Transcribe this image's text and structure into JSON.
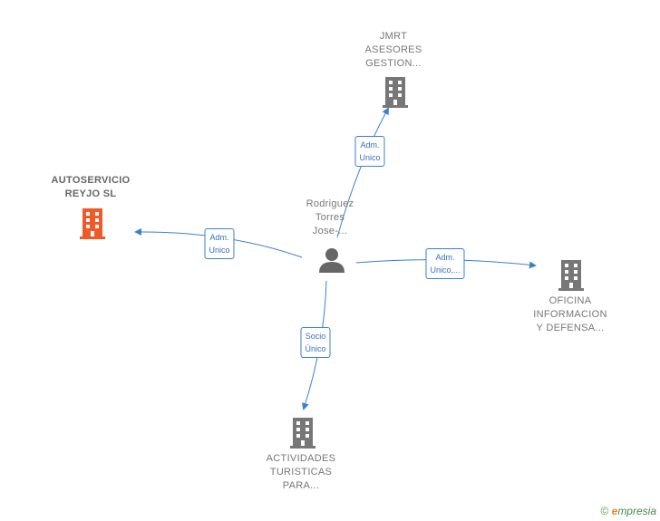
{
  "nodes": {
    "center": {
      "lines": [
        "Rodriguez",
        "Torres",
        "Jose-..."
      ]
    },
    "autoservicio": {
      "lines": [
        "AUTOSERVICIO",
        "REYJO  SL"
      ]
    },
    "jmrt": {
      "lines": [
        "JMRT",
        "ASESORES",
        "GESTION..."
      ]
    },
    "oficina": {
      "lines": [
        "OFICINA",
        "INFORMACION",
        "Y DEFENSA..."
      ]
    },
    "actividades": {
      "lines": [
        "ACTIVIDADES",
        "TURISTICAS",
        "PARA..."
      ]
    }
  },
  "edges": {
    "to_autoservicio": {
      "lines": [
        "Adm.",
        "Unico"
      ]
    },
    "to_jmrt": {
      "lines": [
        "Adm.",
        "Unico"
      ]
    },
    "to_oficina": {
      "lines": [
        "Adm.",
        "Unico,..."
      ]
    },
    "to_actividades": {
      "lines": [
        "Socio",
        "Único"
      ]
    }
  },
  "colors": {
    "edge": "#3a80d0",
    "company_icon": "#777777",
    "highlight_icon": "#f05a28",
    "person_icon": "#666666"
  },
  "footer": {
    "copyright": "©",
    "brand_e": "e",
    "brand_rest": "mpresia"
  }
}
